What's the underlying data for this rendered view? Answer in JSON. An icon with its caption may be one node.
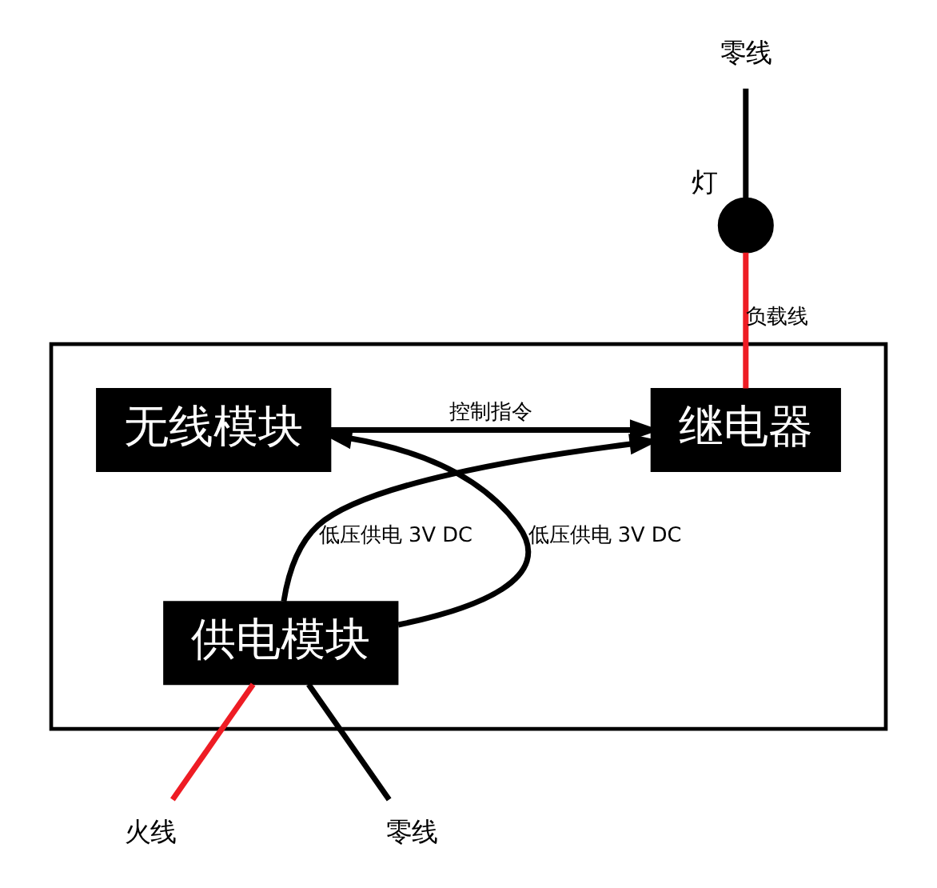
{
  "diagram": {
    "nodes": [
      {
        "text": [
          "零线"
        ]
      },
      {
        "text": [],
        "shape": "circle",
        "beside": [
          "灯"
        ]
      },
      {
        "text": [],
        "shape": "box"
      },
      {
        "text": [
          "无线模块"
        ],
        "in": 2
      },
      {
        "text": [
          "继电器"
        ],
        "in": 2
      },
      {
        "text": [
          "供电模块"
        ],
        "in": 2
      },
      {
        "text": [
          "火线"
        ]
      },
      {
        "text": [
          "零线"
        ]
      }
    ],
    "edges": [
      {
        "from": 0,
        "to": 1,
        "arrow": "none"
      },
      {
        "from": 1,
        "to": 4,
        "arrow": "none",
        "label": "负载线",
        "color": "#ee1c24"
      },
      {
        "from": 3,
        "to": 4,
        "arrow": "to",
        "label": "控制指令"
      },
      {
        "from": 5,
        "to": 3,
        "arrow": "to",
        "label": "低压供电 3V DC"
      },
      {
        "from": 5,
        "to": 4,
        "arrow": "to",
        "label": "低压供电 3V DC"
      },
      {
        "from": 5,
        "to": 6,
        "arrow": "none",
        "color": "#ee1c24"
      },
      {
        "from": 5,
        "to": 7,
        "arrow": "none"
      }
    ]
  }
}
